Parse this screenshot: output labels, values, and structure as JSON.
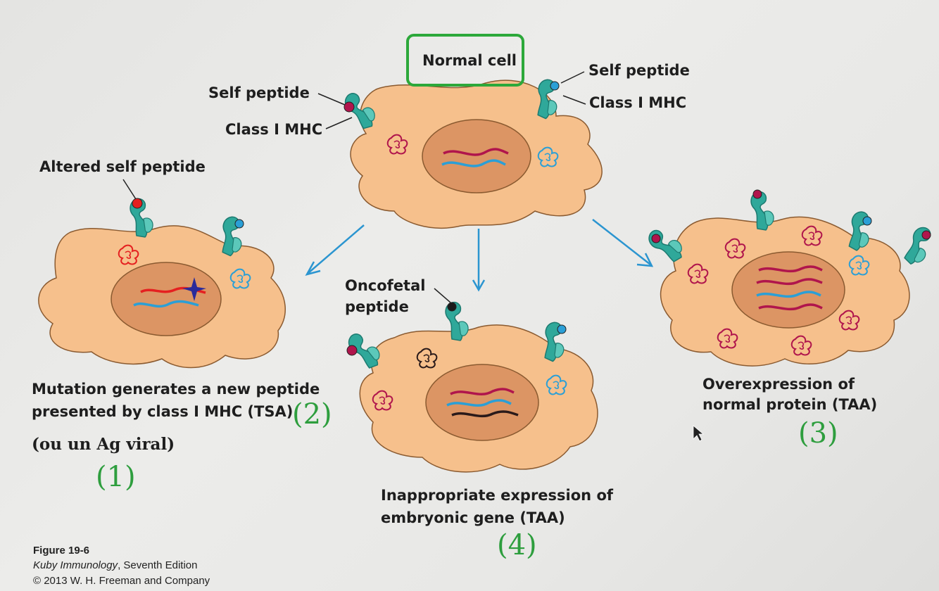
{
  "top": {
    "normal_cell_label": "Normal cell",
    "left_self_peptide": "Self peptide",
    "left_class_mhc": "Class I MHC",
    "right_self_peptide": "Self peptide",
    "right_class_mhc": "Class I MHC"
  },
  "left_cell": {
    "altered_label": "Altered self peptide",
    "caption_line1": "Mutation generates a new peptide",
    "caption_line2": "presented by class I MHC (TSA)",
    "annotation_viral": "(ou un Ag viral)",
    "number_1": "(1)",
    "number_2": "(2)"
  },
  "middle_cell": {
    "oncofetal_line1": "Oncofetal",
    "oncofetal_line2": "peptide",
    "caption_line1": "Inappropriate expression of",
    "caption_line2": "embryonic gene (TAA)",
    "number_4": "(4)"
  },
  "right_cell": {
    "caption_line1": "Overexpression of",
    "caption_line2": "normal protein (TAA)",
    "number_3": "(3)"
  },
  "figure": {
    "label": "Figure 19-6",
    "book": "Kuby Immunology",
    "edition": ", Seventh Edition",
    "copyright": "© 2013 W. H. Freeman and Company"
  },
  "colors": {
    "cytoplasm": "#f6c08c",
    "nucleus": "#dc9564",
    "mhc": "#2fa89a",
    "self_peptide": "#b0154c",
    "altered_peptide": "#e52020",
    "dna_red": "#b0154c",
    "dna_blue": "#2b9fd6",
    "arrow": "#2b95d0",
    "green": "#2e9e3e"
  },
  "icons": [
    "mhc-receptor-icon",
    "cursor-icon",
    "mutation-star-icon"
  ]
}
